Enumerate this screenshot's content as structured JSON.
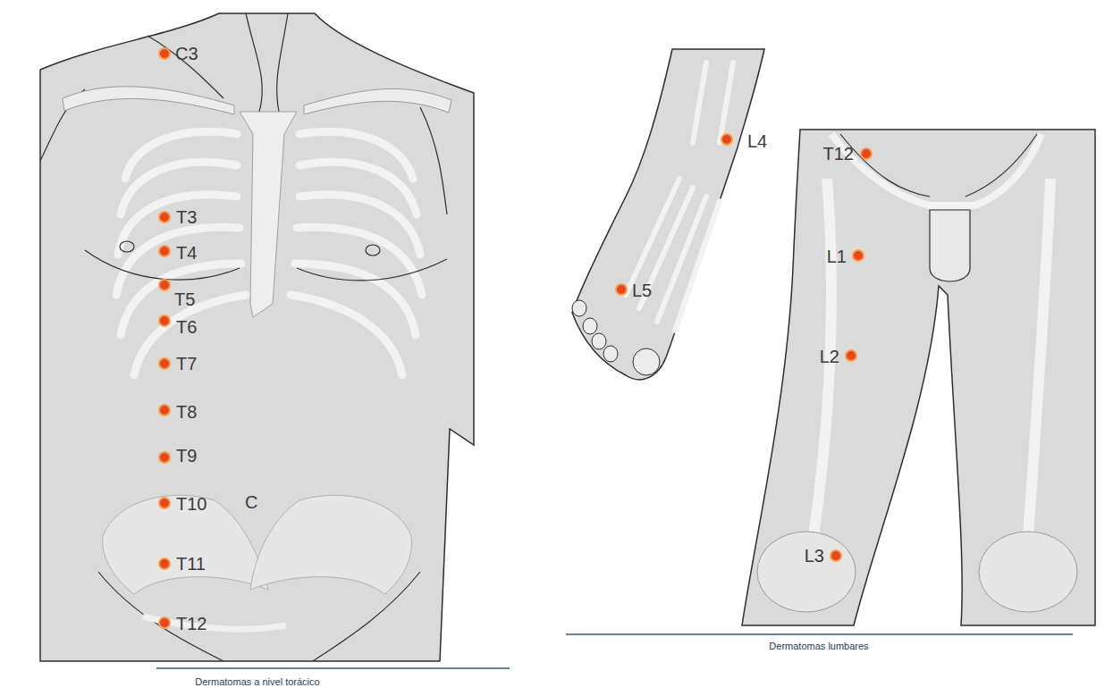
{
  "diagram": {
    "labels": [
      "C3",
      "T3",
      "T4",
      "T5",
      "T6",
      "T7",
      "T8",
      "T9",
      "T10",
      "T11",
      "T12",
      "C",
      "Dermatomas a nivel torácico",
      "L4",
      "T12",
      "L1",
      "L5",
      "L2",
      "L3",
      "Dermatomas lumbares"
    ]
  }
}
